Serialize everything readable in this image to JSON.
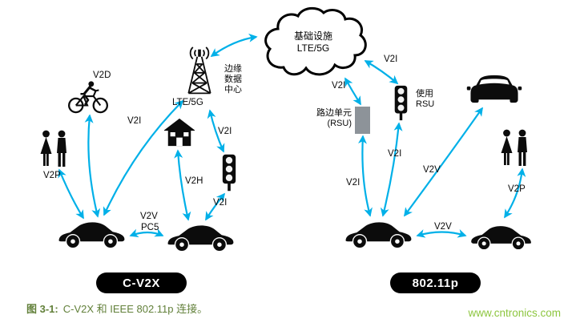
{
  "colors": {
    "arrow": "#00b0e8",
    "badge_bg": "#000000",
    "badge_text": "#ffffff",
    "icon_black": "#0c0c0c",
    "rsu_gray": "#8d9399",
    "caption_green": "#62803a",
    "watermark_green": "#8dc63f"
  },
  "cloud": {
    "label": [
      "基础设施",
      "LTE/5G"
    ]
  },
  "left_section": {
    "badge": "C-V2X",
    "tower_caption": [
      "边缘",
      "数据",
      "中心"
    ],
    "tower_sub": "LTE/5G",
    "labels": {
      "v2d": "V2D",
      "v2p": "V2P",
      "v2i_car_tower": "V2I",
      "v2i_tower_light": "V2I",
      "v2h": "V2H",
      "v2i_car_light": "V2I",
      "v2v": "V2V",
      "pc5": "PC5"
    }
  },
  "right_section": {
    "badge": "802.11p",
    "rsu_caption": [
      "路边单元",
      "(RSU)"
    ],
    "use_rsu": [
      "使用",
      "RSU"
    ],
    "labels": {
      "v2i_cloud_rsu": "V2I",
      "v2i_cloud_light": "V2I",
      "v2i_rsu_car": "V2I",
      "v2i_light_car": "V2I",
      "v2v_diag": "V2V",
      "v2v_cars": "V2V",
      "v2p": "V2P"
    }
  },
  "caption": {
    "prefix": "图 3-1:",
    "text": "C-V2X 和 IEEE 802.11p 连接。"
  },
  "watermark": "www.cntronics.com"
}
